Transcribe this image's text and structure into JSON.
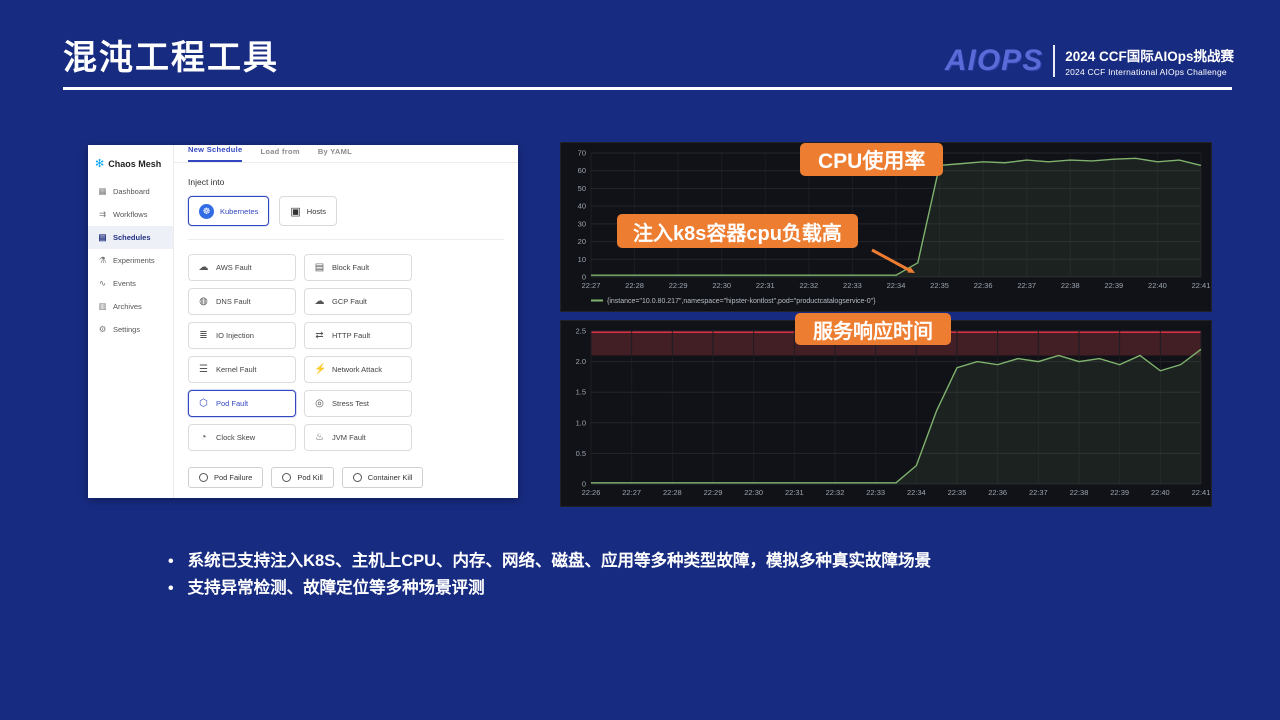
{
  "slide": {
    "title": "混沌工程工具",
    "brand": {
      "logo": "AIOPS",
      "line1": "2024 CCF国际AIOps挑战赛",
      "line2": "2024 CCF International AIOps Challenge"
    },
    "bullets": [
      "系统已支持注入K8S、主机上CPU、内存、网络、磁盘、应用等多种类型故障，模拟多种真实故障场景",
      "支持异常检测、故障定位等多种场景评测"
    ]
  },
  "chaos_mesh": {
    "brand": "Chaos Mesh",
    "sidebar": [
      {
        "label": "Dashboard",
        "icon": "dashboard-icon",
        "active": false
      },
      {
        "label": "Workflows",
        "icon": "workflows-icon",
        "active": false
      },
      {
        "label": "Schedules",
        "icon": "schedules-icon",
        "active": true
      },
      {
        "label": "Experiments",
        "icon": "experiments-icon",
        "active": false
      },
      {
        "label": "Events",
        "icon": "events-icon",
        "active": false
      },
      {
        "label": "Archives",
        "icon": "archives-icon",
        "active": false
      },
      {
        "label": "Settings",
        "icon": "settings-icon",
        "active": false
      }
    ],
    "tabs": [
      {
        "label": "New Schedule",
        "active": true
      },
      {
        "label": "Load from",
        "active": false
      },
      {
        "label": "By YAML",
        "active": false
      }
    ],
    "inject_into_label": "Inject into",
    "targets": [
      {
        "label": "Kubernetes",
        "active": true
      },
      {
        "label": "Hosts",
        "active": false
      }
    ],
    "faults": [
      {
        "label": "AWS Fault",
        "active": false
      },
      {
        "label": "Block Fault",
        "active": false
      },
      {
        "label": "DNS Fault",
        "active": false
      },
      {
        "label": "GCP Fault",
        "active": false
      },
      {
        "label": "IO Injection",
        "active": false
      },
      {
        "label": "HTTP Fault",
        "active": false
      },
      {
        "label": "Kernel Fault",
        "active": false
      },
      {
        "label": "Network Attack",
        "active": false
      },
      {
        "label": "Pod Fault",
        "active": true
      },
      {
        "label": "Stress Test",
        "active": false
      },
      {
        "label": "Clock Skew",
        "active": false
      },
      {
        "label": "JVM Fault",
        "active": false
      }
    ],
    "actions": [
      "Pod Failure",
      "Pod Kill",
      "Container Kill"
    ]
  },
  "annotations": {
    "cpu_label": "CPU使用率",
    "inject_label": "注入k8s容器cpu负载高",
    "latency_label": "服务响应时间",
    "accent_color": "#ED7D31"
  },
  "chart_data": [
    {
      "type": "line",
      "title": "CPU使用率",
      "x": [
        "22:27",
        "22:28",
        "22:29",
        "22:30",
        "22:31",
        "22:32",
        "22:33",
        "22:34",
        "22:35",
        "22:36",
        "22:37",
        "22:38",
        "22:39",
        "22:40",
        "22:41"
      ],
      "series": [
        {
          "name": "{instance=\"10.0.80.217\",namespace=\"hipster-kontlost\",pod=\"productcatalogservice-0\"}",
          "values": [
            1,
            1,
            1,
            1,
            1,
            1,
            1,
            1,
            1,
            1,
            1,
            1,
            1,
            1,
            1,
            8,
            63,
            64,
            65,
            64.5,
            66,
            65,
            66,
            65.5,
            66.5,
            67,
            65,
            66,
            63
          ]
        }
      ],
      "ylim": [
        0,
        70
      ],
      "yticks": [
        0,
        10,
        20,
        30,
        40,
        50,
        60,
        70
      ],
      "line_color": "#7eb26d",
      "fill": "rgba(126,178,109,0.10)",
      "bg": "#111217",
      "legend_position": "bottom",
      "grid": true
    },
    {
      "type": "line",
      "title": "服务响应时间",
      "x": [
        "22:26",
        "22:27",
        "22:28",
        "22:29",
        "22:30",
        "22:31",
        "22:32",
        "22:33",
        "22:34",
        "22:35",
        "22:36",
        "22:37",
        "22:38",
        "22:39",
        "22:40",
        "22:41"
      ],
      "series": [
        {
          "name": "response-time",
          "values": [
            0.02,
            0.02,
            0.02,
            0.02,
            0.02,
            0.02,
            0.02,
            0.02,
            0.02,
            0.02,
            0.02,
            0.02,
            0.02,
            0.02,
            0.02,
            0.02,
            0.3,
            1.2,
            1.9,
            2.0,
            1.95,
            2.05,
            2.0,
            2.1,
            2.0,
            2.05,
            1.95,
            2.1,
            1.85,
            1.95,
            2.2
          ]
        }
      ],
      "ylim": [
        0,
        2.5
      ],
      "yticks": [
        0,
        0.5,
        1.0,
        1.5,
        2.0,
        2.5
      ],
      "ytick_labels": [
        "0",
        "0.5",
        "1.0",
        "1.5",
        "2.0",
        "2.5"
      ],
      "threshold": {
        "from": 2.1,
        "to": 2.5,
        "fill": "rgba(242,73,92,0.22)",
        "line_color": "#e02f44"
      },
      "line_color": "#7eb26d",
      "fill": "rgba(126,178,109,0.10)",
      "bg": "#111217",
      "grid": true
    }
  ],
  "colors": {
    "slide_bg": "#172B81",
    "accent_orange": "#ED7D31",
    "chart_bg": "#111217",
    "primary_blue": "#3347C1",
    "series_green": "#7eb26d",
    "threshold_red": "#e02f44"
  }
}
